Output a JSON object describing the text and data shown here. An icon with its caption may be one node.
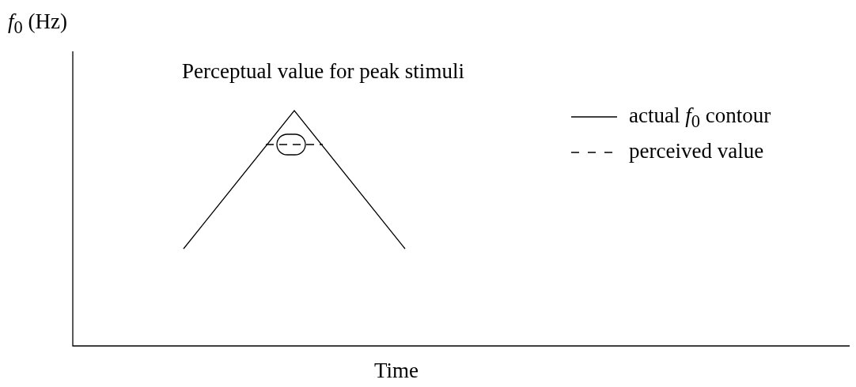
{
  "diagram": {
    "title": "Perceptual value for peak stimuli",
    "labels": [
      "*f*$_{0}$ (Hz)",
      "Time"
    ],
    "legend": [
      {
        "text": "actual *f*$_{0}$ contour"
      },
      {
        "text": "perceived value"
      }
    ]
  }
}
